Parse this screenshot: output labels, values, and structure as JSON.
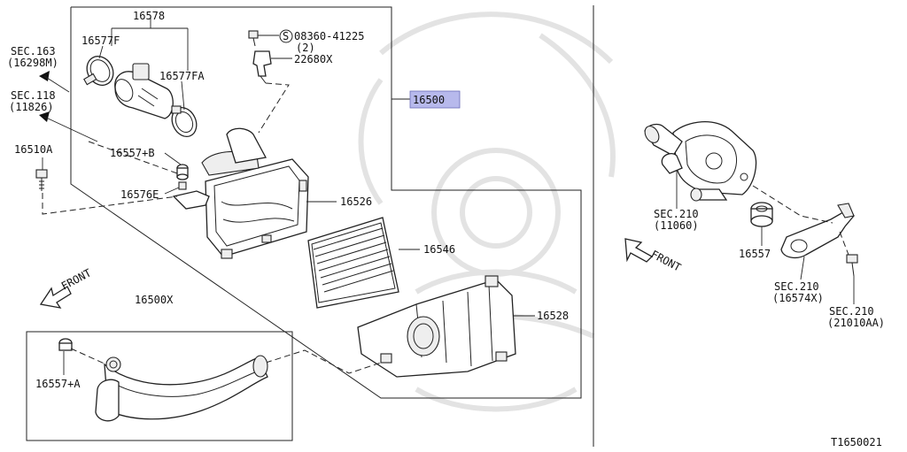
{
  "diagram": {
    "callouts": {
      "p16578": "16578",
      "p16577F": "16577F",
      "p16577FA": "16577FA",
      "p08360": "08360-41225",
      "p08360_qty": "(2)",
      "p08360_prefix": "S",
      "p22680X": "22680X",
      "p16500": "16500",
      "p16510A": "16510A",
      "p16557B": "16557+B",
      "p16576E": "16576E",
      "p16526": "16526",
      "p16546": "16546",
      "p16528": "16528",
      "p16500X": "16500X",
      "p16557A": "16557+A",
      "p16557": "16557"
    },
    "section_refs": {
      "sec163_line1": "SEC.163",
      "sec163_line2": "(16298M)",
      "sec118_line1": "SEC.118",
      "sec118_line2": "(11826)",
      "sec210a_line1": "SEC.210",
      "sec210a_line2": "(11060)",
      "sec210b_line1": "SEC.210",
      "sec210b_line2": "(16574X)",
      "sec210c_line1": "SEC.210",
      "sec210c_line2": "(21010AA)"
    },
    "direction_labels": {
      "front_left": "FRONT",
      "front_right": "FRONT"
    },
    "drawing_code": "T1650021",
    "colors": {
      "highlight": "#b7b9ec",
      "line": "#222222",
      "watermark": "#e3e3e3"
    }
  }
}
